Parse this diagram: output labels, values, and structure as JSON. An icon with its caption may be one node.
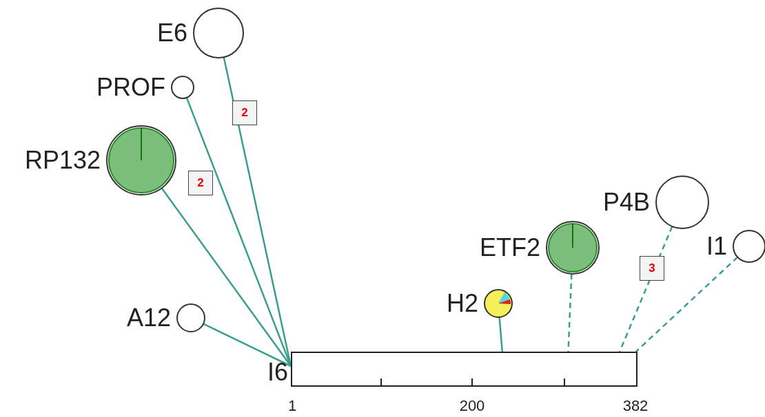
{
  "diagram": {
    "nodes": [
      {
        "text": [
          "E6"
        ]
      },
      {
        "text": [
          "PROF"
        ]
      },
      {
        "text": [
          "RP132"
        ]
      },
      {
        "text": [
          "A12"
        ]
      },
      {
        "text": [
          "H2"
        ]
      },
      {
        "text": [
          "ETF2"
        ]
      },
      {
        "text": [
          "P4B"
        ]
      },
      {
        "text": [
          "I1"
        ]
      },
      {
        "text": [
          "I6"
        ]
      }
    ],
    "edges": [
      {
        "from": 0,
        "to": 8,
        "arrow": "none"
      },
      {
        "from": 1,
        "to": 8,
        "arrow": "none"
      },
      {
        "from": 2,
        "to": 8,
        "arrow": "none"
      },
      {
        "from": 3,
        "to": 8,
        "arrow": "none"
      },
      {
        "from": 4,
        "to": 8,
        "arrow": "none"
      },
      {
        "from": 5,
        "to": 8,
        "arrow": "none",
        "style": "dashed"
      },
      {
        "from": 6,
        "to": 8,
        "arrow": "none",
        "style": "dashed"
      },
      {
        "from": 7,
        "to": 8,
        "arrow": "none",
        "style": "dashed"
      }
    ],
    "labels": [
      "2",
      "2",
      "3",
      "1",
      "200",
      "382"
    ]
  }
}
